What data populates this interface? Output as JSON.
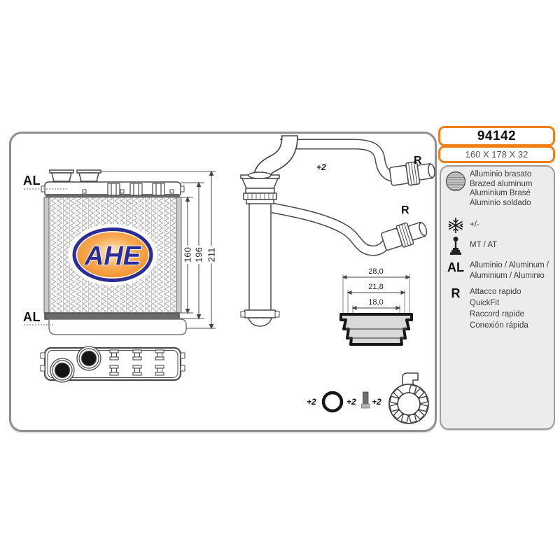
{
  "part": {
    "number": "94142",
    "size": "160 X 178 X 32"
  },
  "brand": {
    "logo_text": "AHE"
  },
  "legend": {
    "items": [
      {
        "icon": "brazed-aluminum-icon",
        "lines": [
          "Alluminio brasato",
          "Brazed aluminum",
          "Aluminium Brasé",
          "Aluminio soldado"
        ]
      },
      {
        "icon": "snowflake-icon",
        "lines": [
          "+/-"
        ]
      },
      {
        "icon": "gear-shift-icon",
        "lines": [
          "MT / AT"
        ]
      },
      {
        "symbol": "AL",
        "lines": [
          "Alluminio / Aluminum /",
          "Aluminium / Aluminio"
        ]
      },
      {
        "symbol": "R",
        "lines": [
          "Attacco rapido",
          "QuickFit",
          "Raccord rapide",
          "Conexión rápida"
        ]
      }
    ]
  },
  "drawing": {
    "al_top": "AL",
    "al_bottom": "AL",
    "dims": {
      "core": "160",
      "tank": "196",
      "overall": "211"
    },
    "pipes_qty": "+2",
    "quickfit_top": "R",
    "quickfit_bottom": "R",
    "adapter_dims": {
      "outer": "28,0",
      "middle": "21,8",
      "inner": "18,0"
    },
    "qty_oring": "+2",
    "qty_screw": "+2",
    "qty_clamp": "+2"
  },
  "colors": {
    "accent_orange": "#EF8019",
    "logo_blue": "#2A2D96",
    "logo_orange": "#F08C1F",
    "panel_border": "#8F8F8F",
    "sidebar_bg": "#ECECEC",
    "line_art": "#4A4A4A"
  }
}
